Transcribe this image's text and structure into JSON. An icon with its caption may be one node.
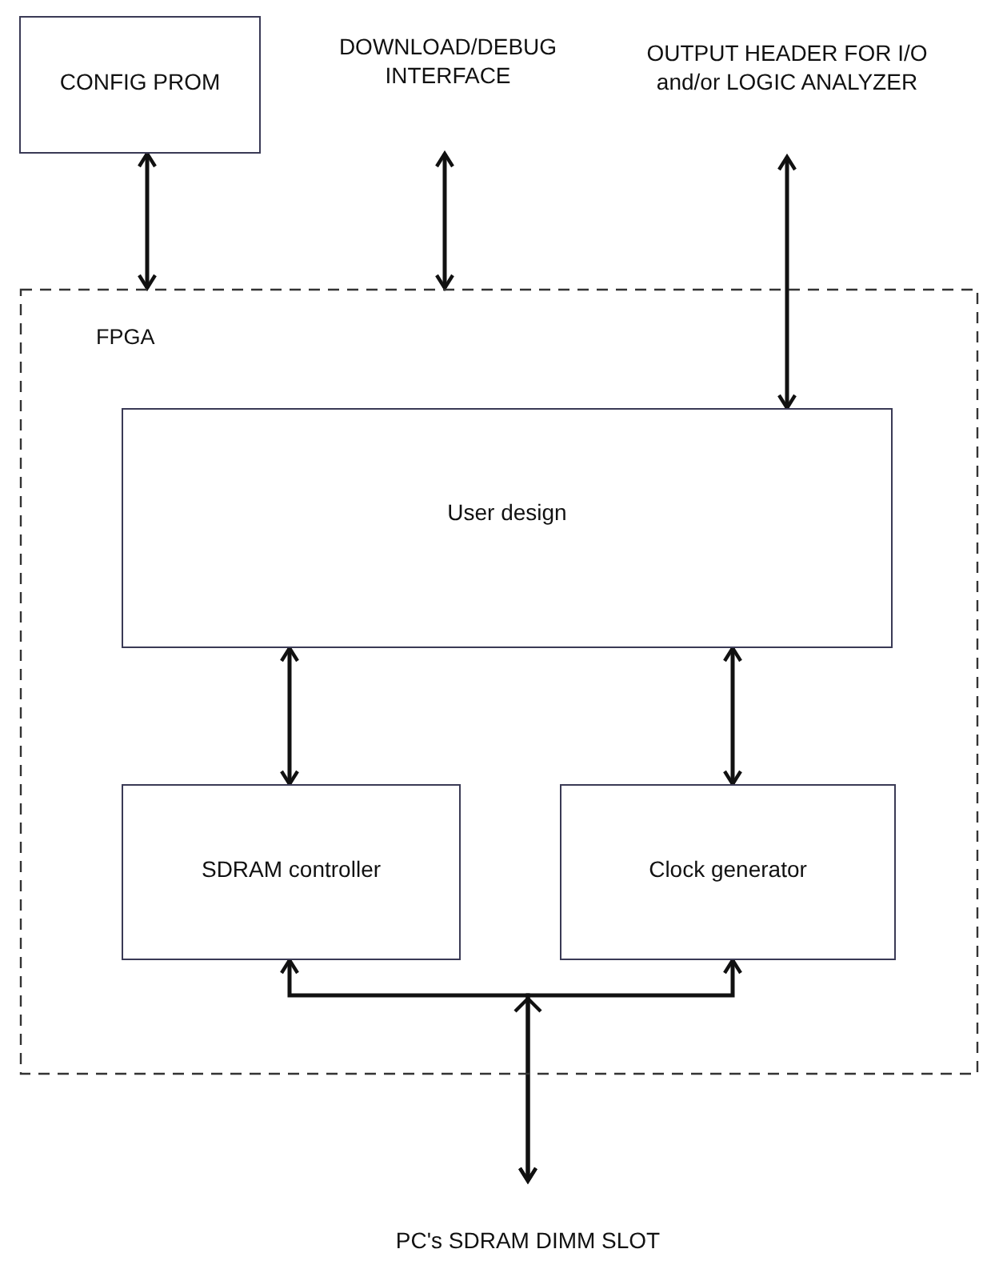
{
  "diagram": {
    "nodes": [
      {
        "text": [
          "CONFIG PROM"
        ]
      },
      {
        "text": [
          "DOWNLOAD/DEBUG INTERFACE"
        ]
      },
      {
        "text": [
          "OUTPUT HEADER FOR I/O and/or LOGIC ANALYZER"
        ]
      },
      {
        "text": [
          "FPGA"
        ]
      },
      {
        "text": [
          "User design"
        ],
        "in": 3
      },
      {
        "text": [
          "SDRAM controller"
        ],
        "in": 3
      },
      {
        "text": [
          "Clock generator"
        ],
        "in": 3
      },
      {
        "text": [
          "PC's SDRAM DIMM SLOT"
        ]
      }
    ],
    "edges": [
      {
        "from": 0,
        "to": 3,
        "arrow": "both"
      },
      {
        "from": 1,
        "to": 3,
        "arrow": "both"
      },
      {
        "from": 2,
        "to": 4,
        "arrow": "both"
      },
      {
        "from": 4,
        "to": 5,
        "arrow": "both"
      },
      {
        "from": 4,
        "to": 6,
        "arrow": "both"
      },
      {
        "from": 7,
        "to": 5,
        "arrow": "both"
      },
      {
        "from": 7,
        "to": 6,
        "arrow": "both"
      }
    ]
  }
}
